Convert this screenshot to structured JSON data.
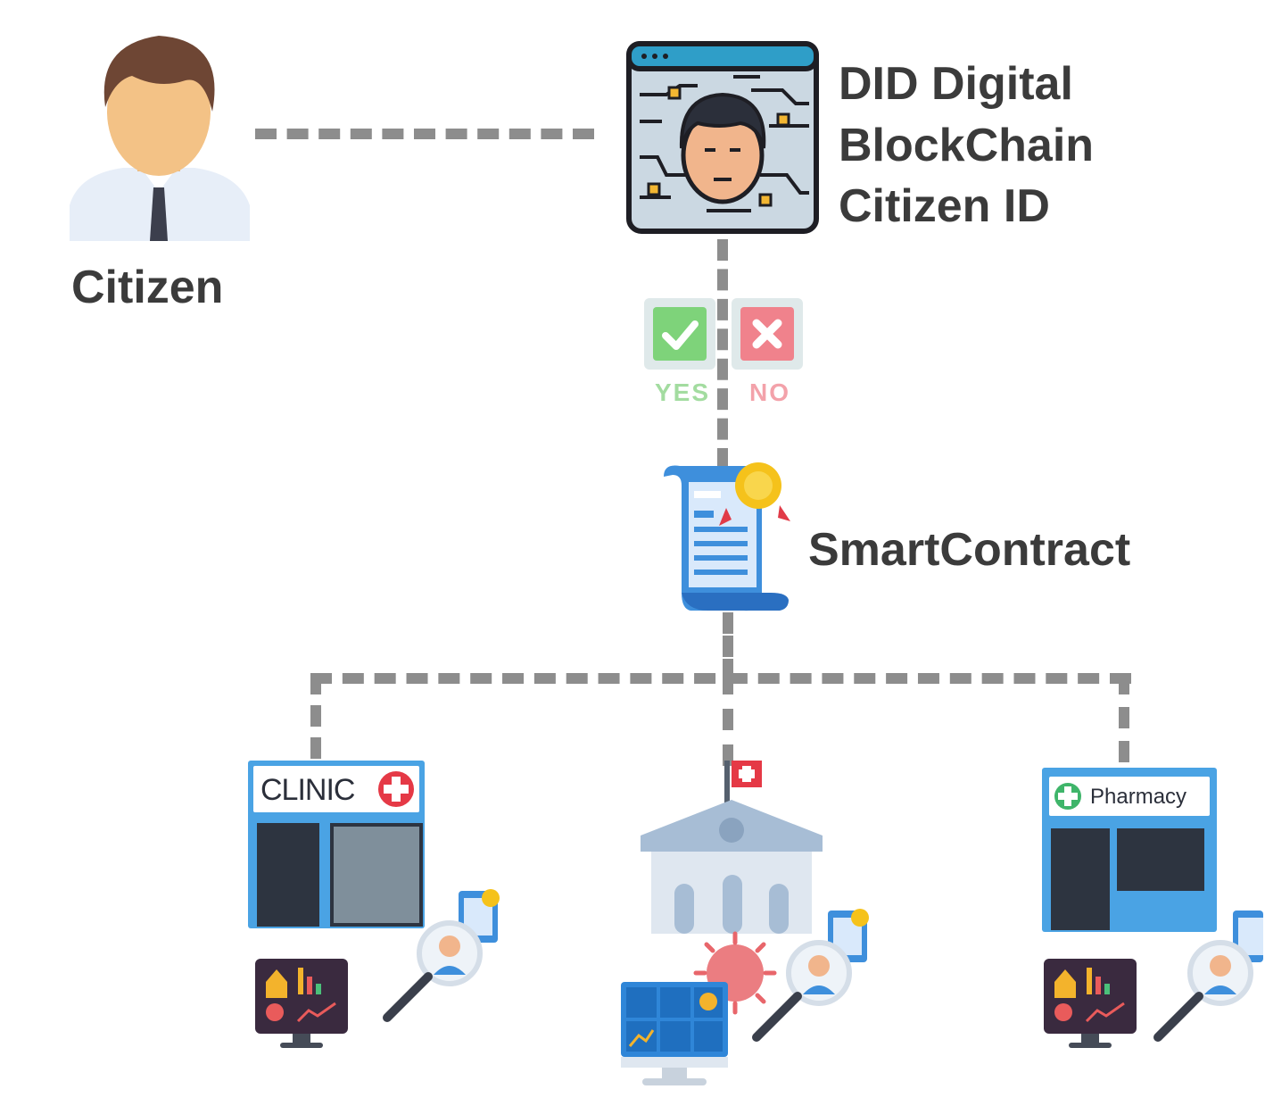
{
  "labels": {
    "citizen": "Citizen",
    "did_line1": "DID Digital",
    "did_line2": "BlockChain",
    "did_line3": "Citizen ID",
    "smart_contract": "SmartContract",
    "yes": "YES",
    "no": "NO",
    "clinic": "CLINIC",
    "pharmacy": "Pharmacy"
  },
  "colors": {
    "connector": "#8d8d8d",
    "text": "#3b3b3b",
    "yes_green": "#7ed37a",
    "no_red": "#f0828c",
    "blue": "#2f86d8"
  }
}
